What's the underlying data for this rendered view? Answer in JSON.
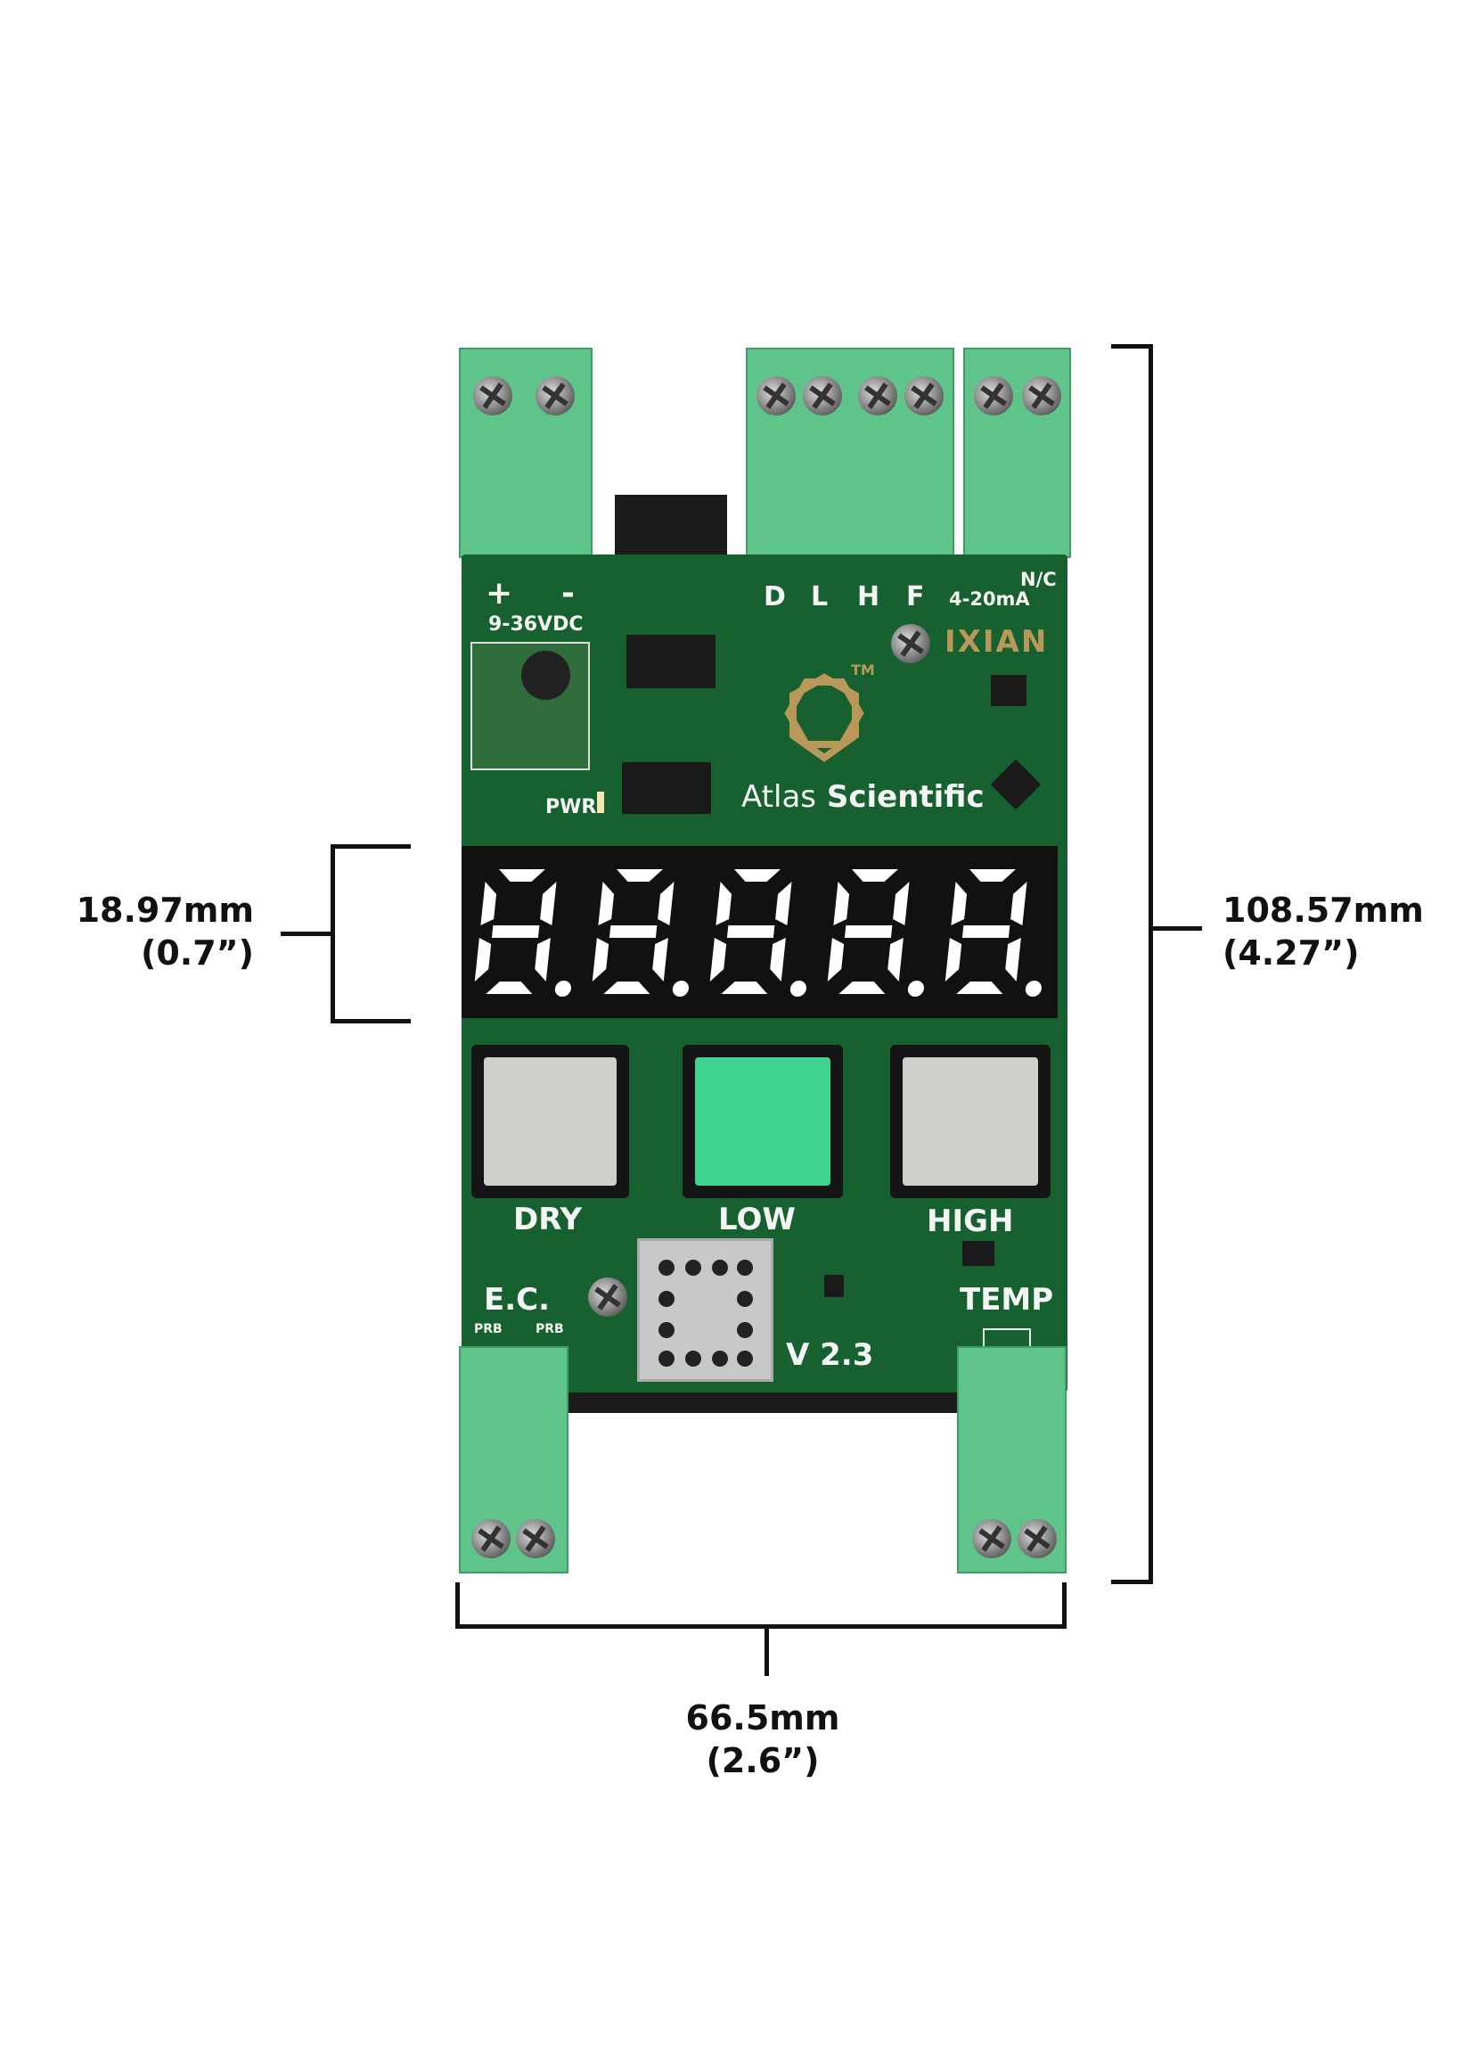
{
  "dimensions": {
    "height": {
      "mm": "108.57mm",
      "inch": "(4.27”)"
    },
    "display_height": {
      "mm": "18.97mm",
      "inch": "(0.7”)"
    },
    "width": {
      "mm": "66.5mm",
      "inch": "(2.6”)"
    }
  },
  "board": {
    "power_plus": "+",
    "power_minus": "-",
    "power_label": "9-36VDC",
    "pwr_label": "PWR",
    "relay_labels": [
      "D",
      "L",
      "H",
      "F"
    ],
    "current_loop_label": "4-20mA",
    "nc_label": "N/C",
    "ixian_logo": "IXIAN",
    "tm_mark": "TM",
    "brand_light": "Atlas",
    "brand_bold": "Scientific",
    "display_digits": [
      "8",
      "8",
      "8",
      "8",
      "8"
    ],
    "buttons": [
      {
        "label": "DRY",
        "color": "#cfd0cb"
      },
      {
        "label": "LOW",
        "color": "#3fd38f"
      },
      {
        "label": "HIGH",
        "color": "#cfd0cb"
      }
    ],
    "ec_label": "E.C.",
    "prb_left": "PRB",
    "prb_right": "PRB",
    "temp_label": "TEMP",
    "version": "V 2.3"
  },
  "colors": {
    "pcb": "#17602f",
    "terminal": "#5fc48a",
    "display_segment": "#ffffff",
    "display_bg": "#111111"
  }
}
